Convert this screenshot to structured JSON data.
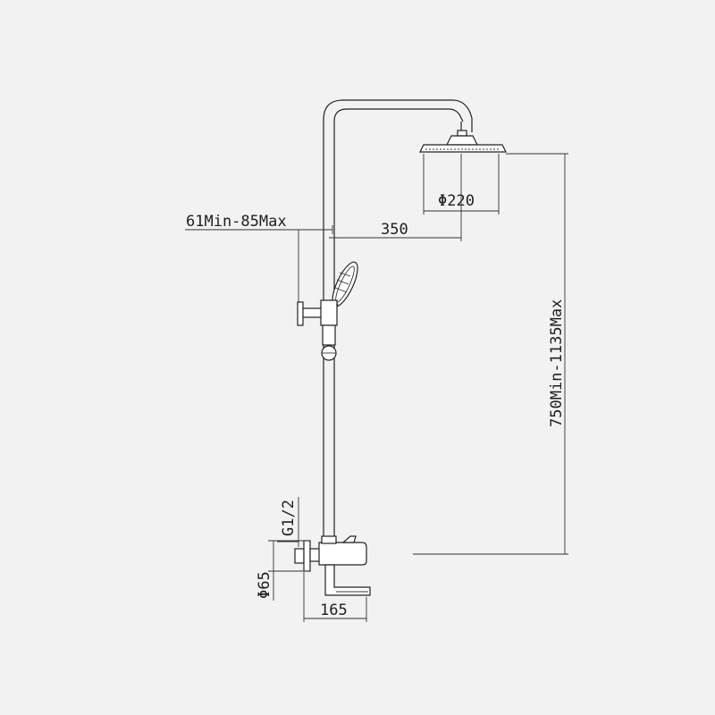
{
  "dimensions": {
    "head_diameter": "Φ220",
    "arm_length": "350",
    "holder_range": "61Min-85Max",
    "height_range": "750Min-1135Max",
    "thread": "G1/2",
    "escutcheon_diameter": "Φ65",
    "mixer_width": "165"
  },
  "colors": {
    "background": "#f2f2f2",
    "line": "#222222"
  }
}
